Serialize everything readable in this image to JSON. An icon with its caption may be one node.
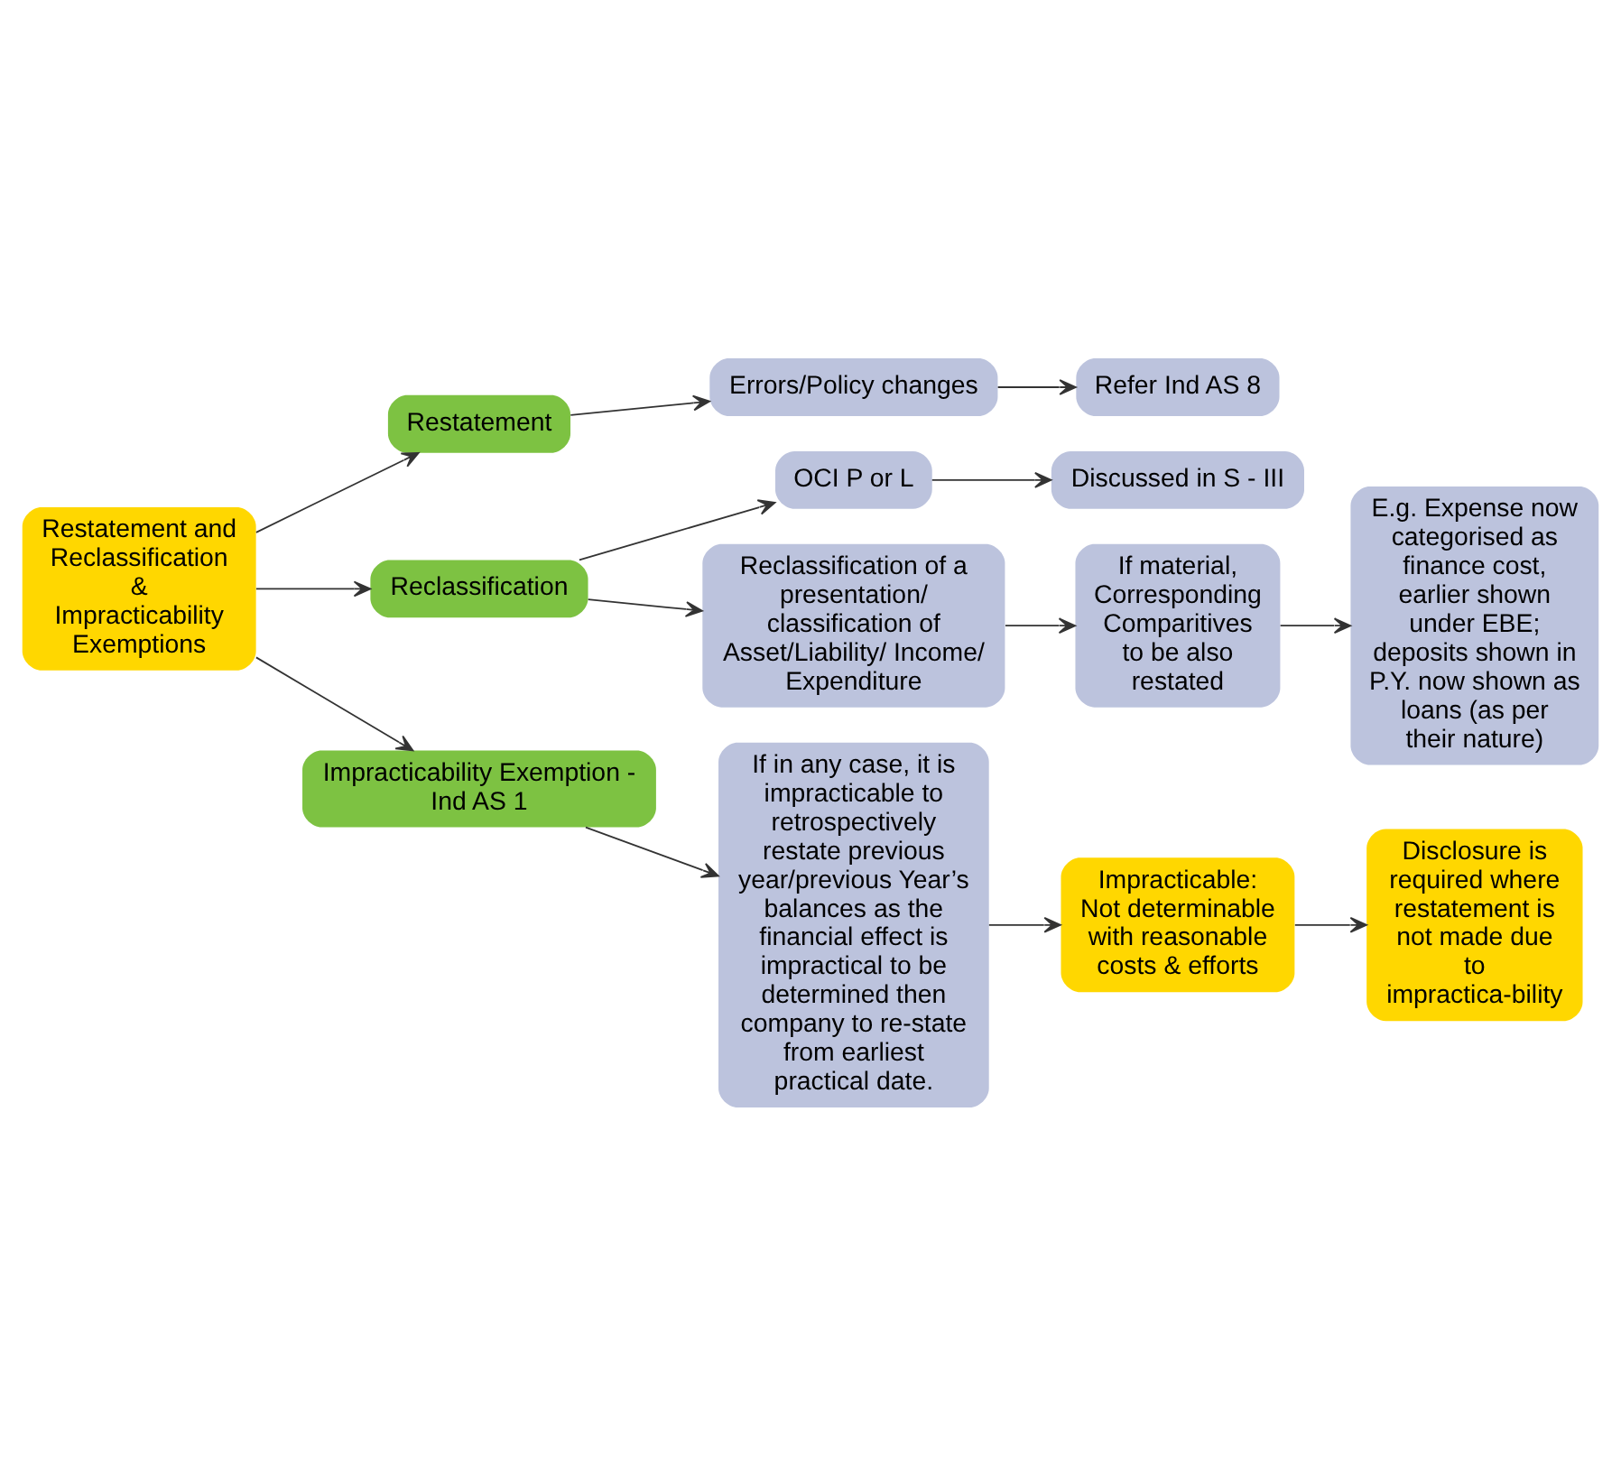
{
  "diagram": {
    "nodes": [
      {
        "text": [
          "Restatement and Reclassification & Impracticability Exemptions"
        ]
      },
      {
        "text": [
          "Restatement"
        ]
      },
      {
        "text": [
          "Errors/Policy changes"
        ]
      },
      {
        "text": [
          "Refer Ind AS 8"
        ]
      },
      {
        "text": [
          "Reclassification"
        ]
      },
      {
        "text": [
          "OCI P or L"
        ]
      },
      {
        "text": [
          "Discussed in S - III"
        ]
      },
      {
        "text": [
          "Reclassification of a presentation/ classification of Asset/Liability/ Income/ Expenditure"
        ]
      },
      {
        "text": [
          "If material, Corresponding Comparitives to be also restated"
        ]
      },
      {
        "text": [
          "E.g. Expense now categorised as finance cost, earlier shown under EBE; deposits shown in P.Y. now shown as loans (as per their nature)"
        ]
      },
      {
        "text": [
          "Impracticability Exemption - Ind AS 1"
        ]
      },
      {
        "text": [
          "If in any case, it is impracticable to retrospectively restate previous year/previous Year’s balances as the financial effect is impractical to be determined then company to re-state from earliest practical date."
        ]
      },
      {
        "text": [
          "Impracticable: Not determinable with reasonable costs & efforts"
        ]
      },
      {
        "text": [
          "Disclosure is required where restatement is not made due to impractica-bility"
        ]
      }
    ],
    "edges": [
      {
        "from": 0,
        "to": 1,
        "arrow": "to"
      },
      {
        "from": 0,
        "to": 4,
        "arrow": "to"
      },
      {
        "from": 0,
        "to": 10,
        "arrow": "to"
      },
      {
        "from": 1,
        "to": 2,
        "arrow": "to"
      },
      {
        "from": 2,
        "to": 3,
        "arrow": "to"
      },
      {
        "from": 4,
        "to": 5,
        "arrow": "to"
      },
      {
        "from": 4,
        "to": 7,
        "arrow": "to"
      },
      {
        "from": 5,
        "to": 6,
        "arrow": "to"
      },
      {
        "from": 7,
        "to": 8,
        "arrow": "to"
      },
      {
        "from": 8,
        "to": 9,
        "arrow": "to"
      },
      {
        "from": 10,
        "to": 11,
        "arrow": "to"
      },
      {
        "from": 11,
        "to": 12,
        "arrow": "to"
      },
      {
        "from": 12,
        "to": 13,
        "arrow": "to"
      }
    ]
  }
}
